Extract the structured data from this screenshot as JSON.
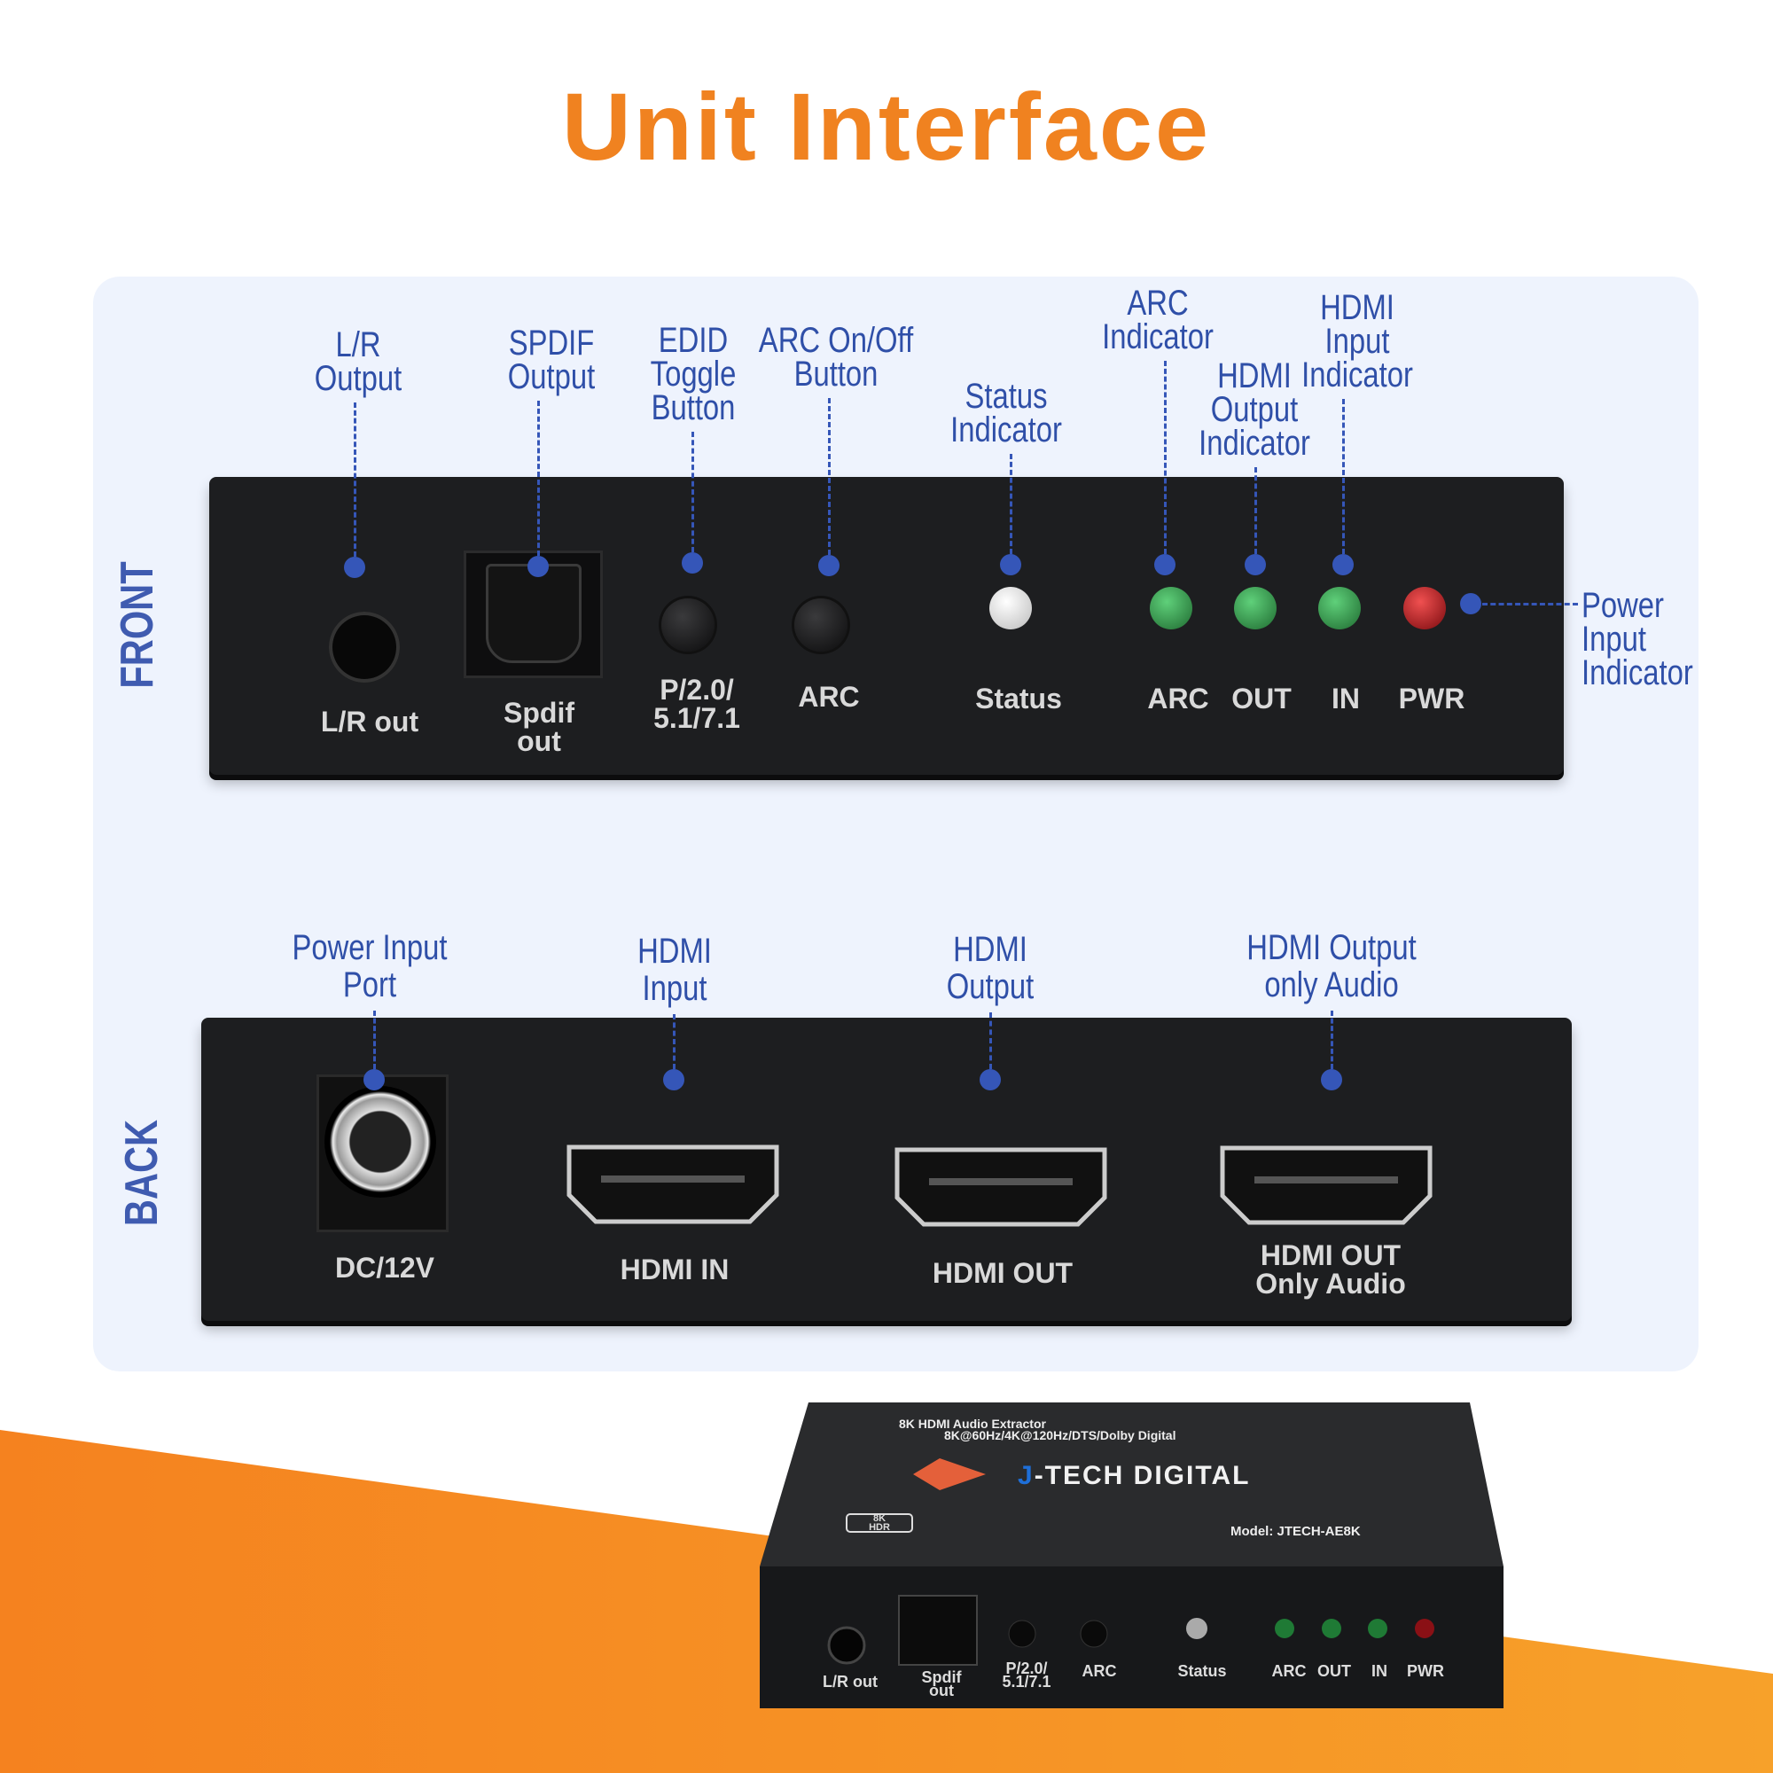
{
  "title": "Unit Interface",
  "sections": {
    "front": "FRONT",
    "back": "BACK"
  },
  "colors": {
    "accent": "#F08220",
    "label": "#2F4FA8",
    "panel": "#EEF3FD",
    "device": "#1d1e20"
  },
  "front_callouts": [
    {
      "lines": [
        "L/R",
        "Output"
      ]
    },
    {
      "lines": [
        "SPDIF",
        "Output"
      ]
    },
    {
      "lines": [
        "EDID",
        "Toggle",
        "Button"
      ]
    },
    {
      "lines": [
        "ARC On/Off",
        "Button"
      ]
    },
    {
      "lines": [
        "Status",
        "Indicator"
      ]
    },
    {
      "lines": [
        "ARC",
        "Indicator"
      ]
    },
    {
      "lines": [
        "HDMI",
        "Output",
        "Indicator"
      ]
    },
    {
      "lines": [
        "HDMI",
        "Input",
        "Indicator"
      ]
    },
    {
      "lines": [
        "Power",
        "Input",
        "Indicator"
      ]
    }
  ],
  "front_device_labels": [
    {
      "lines": [
        "L/R out"
      ]
    },
    {
      "lines": [
        "Spdif",
        "out"
      ]
    },
    {
      "lines": [
        "P/2.0/",
        "5.1/7.1"
      ]
    },
    {
      "lines": [
        "ARC"
      ]
    },
    {
      "lines": [
        "Status"
      ]
    },
    {
      "lines": [
        "ARC"
      ]
    },
    {
      "lines": [
        "OUT"
      ]
    },
    {
      "lines": [
        "IN"
      ]
    },
    {
      "lines": [
        "PWR"
      ]
    }
  ],
  "led_colors": {
    "status": "#e8e8e8",
    "arc": "#1f8a3a",
    "out": "#1f8a3a",
    "in": "#1f8a3a",
    "pwr": "#b0141a"
  },
  "back_callouts": [
    {
      "lines": [
        "Power Input",
        "Port"
      ]
    },
    {
      "lines": [
        "HDMI",
        "Input"
      ]
    },
    {
      "lines": [
        "HDMI",
        "Output"
      ]
    },
    {
      "lines": [
        "HDMI Output",
        "only Audio"
      ]
    }
  ],
  "back_device_labels": [
    {
      "lines": [
        "DC/12V"
      ]
    },
    {
      "lines": [
        "HDMI IN"
      ]
    },
    {
      "lines": [
        "HDMI OUT"
      ]
    },
    {
      "lines": [
        "HDMI OUT",
        "Only Audio"
      ]
    }
  ],
  "product": {
    "name": "8K HDMI Audio Extractor",
    "specs": "8K@60Hz/4K@120Hz/DTS/Dolby Digital",
    "brand_j": "J",
    "brand": "-TECH DIGITAL",
    "badge": [
      "8K",
      "HDR"
    ],
    "model": "Model: JTECH-AE8K",
    "front_labels": [
      {
        "lines": [
          "L/R out"
        ]
      },
      {
        "lines": [
          "Spdif",
          "out"
        ]
      },
      {
        "lines": [
          "P/2.0/",
          "5.1/7.1"
        ]
      },
      {
        "lines": [
          "ARC"
        ]
      },
      {
        "lines": [
          "Status"
        ]
      },
      {
        "lines": [
          "ARC"
        ]
      },
      {
        "lines": [
          "OUT"
        ]
      },
      {
        "lines": [
          "IN"
        ]
      },
      {
        "lines": [
          "PWR"
        ]
      }
    ]
  }
}
